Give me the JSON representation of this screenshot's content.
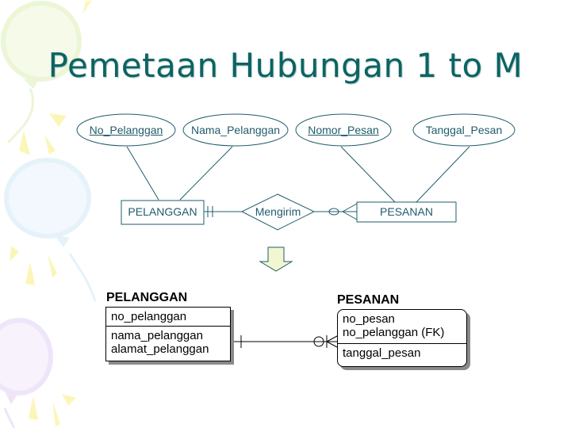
{
  "slide": {
    "title": "Pemetaan Hubungan 1 to M",
    "title_color": "#0b6463",
    "diagram_color": "#1f5c6b"
  },
  "er_diagram": {
    "attributes": [
      {
        "label": "No_Pelanggan",
        "primary_key": true,
        "entity": "PELANGGAN"
      },
      {
        "label": "Nama_Pelanggan",
        "primary_key": false,
        "entity": "PELANGGAN"
      },
      {
        "label": "Nomor_Pesan",
        "primary_key": true,
        "entity": "PESANAN"
      },
      {
        "label": "Tanggal_Pesan",
        "primary_key": false,
        "entity": "PESANAN"
      }
    ],
    "entities": [
      {
        "label": "PELANGGAN"
      },
      {
        "label": "PESANAN"
      }
    ],
    "relationship": {
      "label": "Mengirim",
      "left_cardinality": "one-and-only-one",
      "right_cardinality": "zero-or-many"
    }
  },
  "arrow": {
    "icon": "down-arrow-icon",
    "fill": "#f2f7d2"
  },
  "tables": [
    {
      "name": "PELANGGAN",
      "key_fields": [
        "no_pelanggan"
      ],
      "fields": [
        "nama_pelanggan",
        "alamat_pelanggan"
      ]
    },
    {
      "name": "PESANAN",
      "key_fields": [
        "no_pesan",
        "no_pelanggan (FK)"
      ],
      "fields": [
        "tanggal_pesan"
      ]
    }
  ],
  "relation_line": {
    "left_end": "one",
    "right_end": "zero-or-many"
  }
}
